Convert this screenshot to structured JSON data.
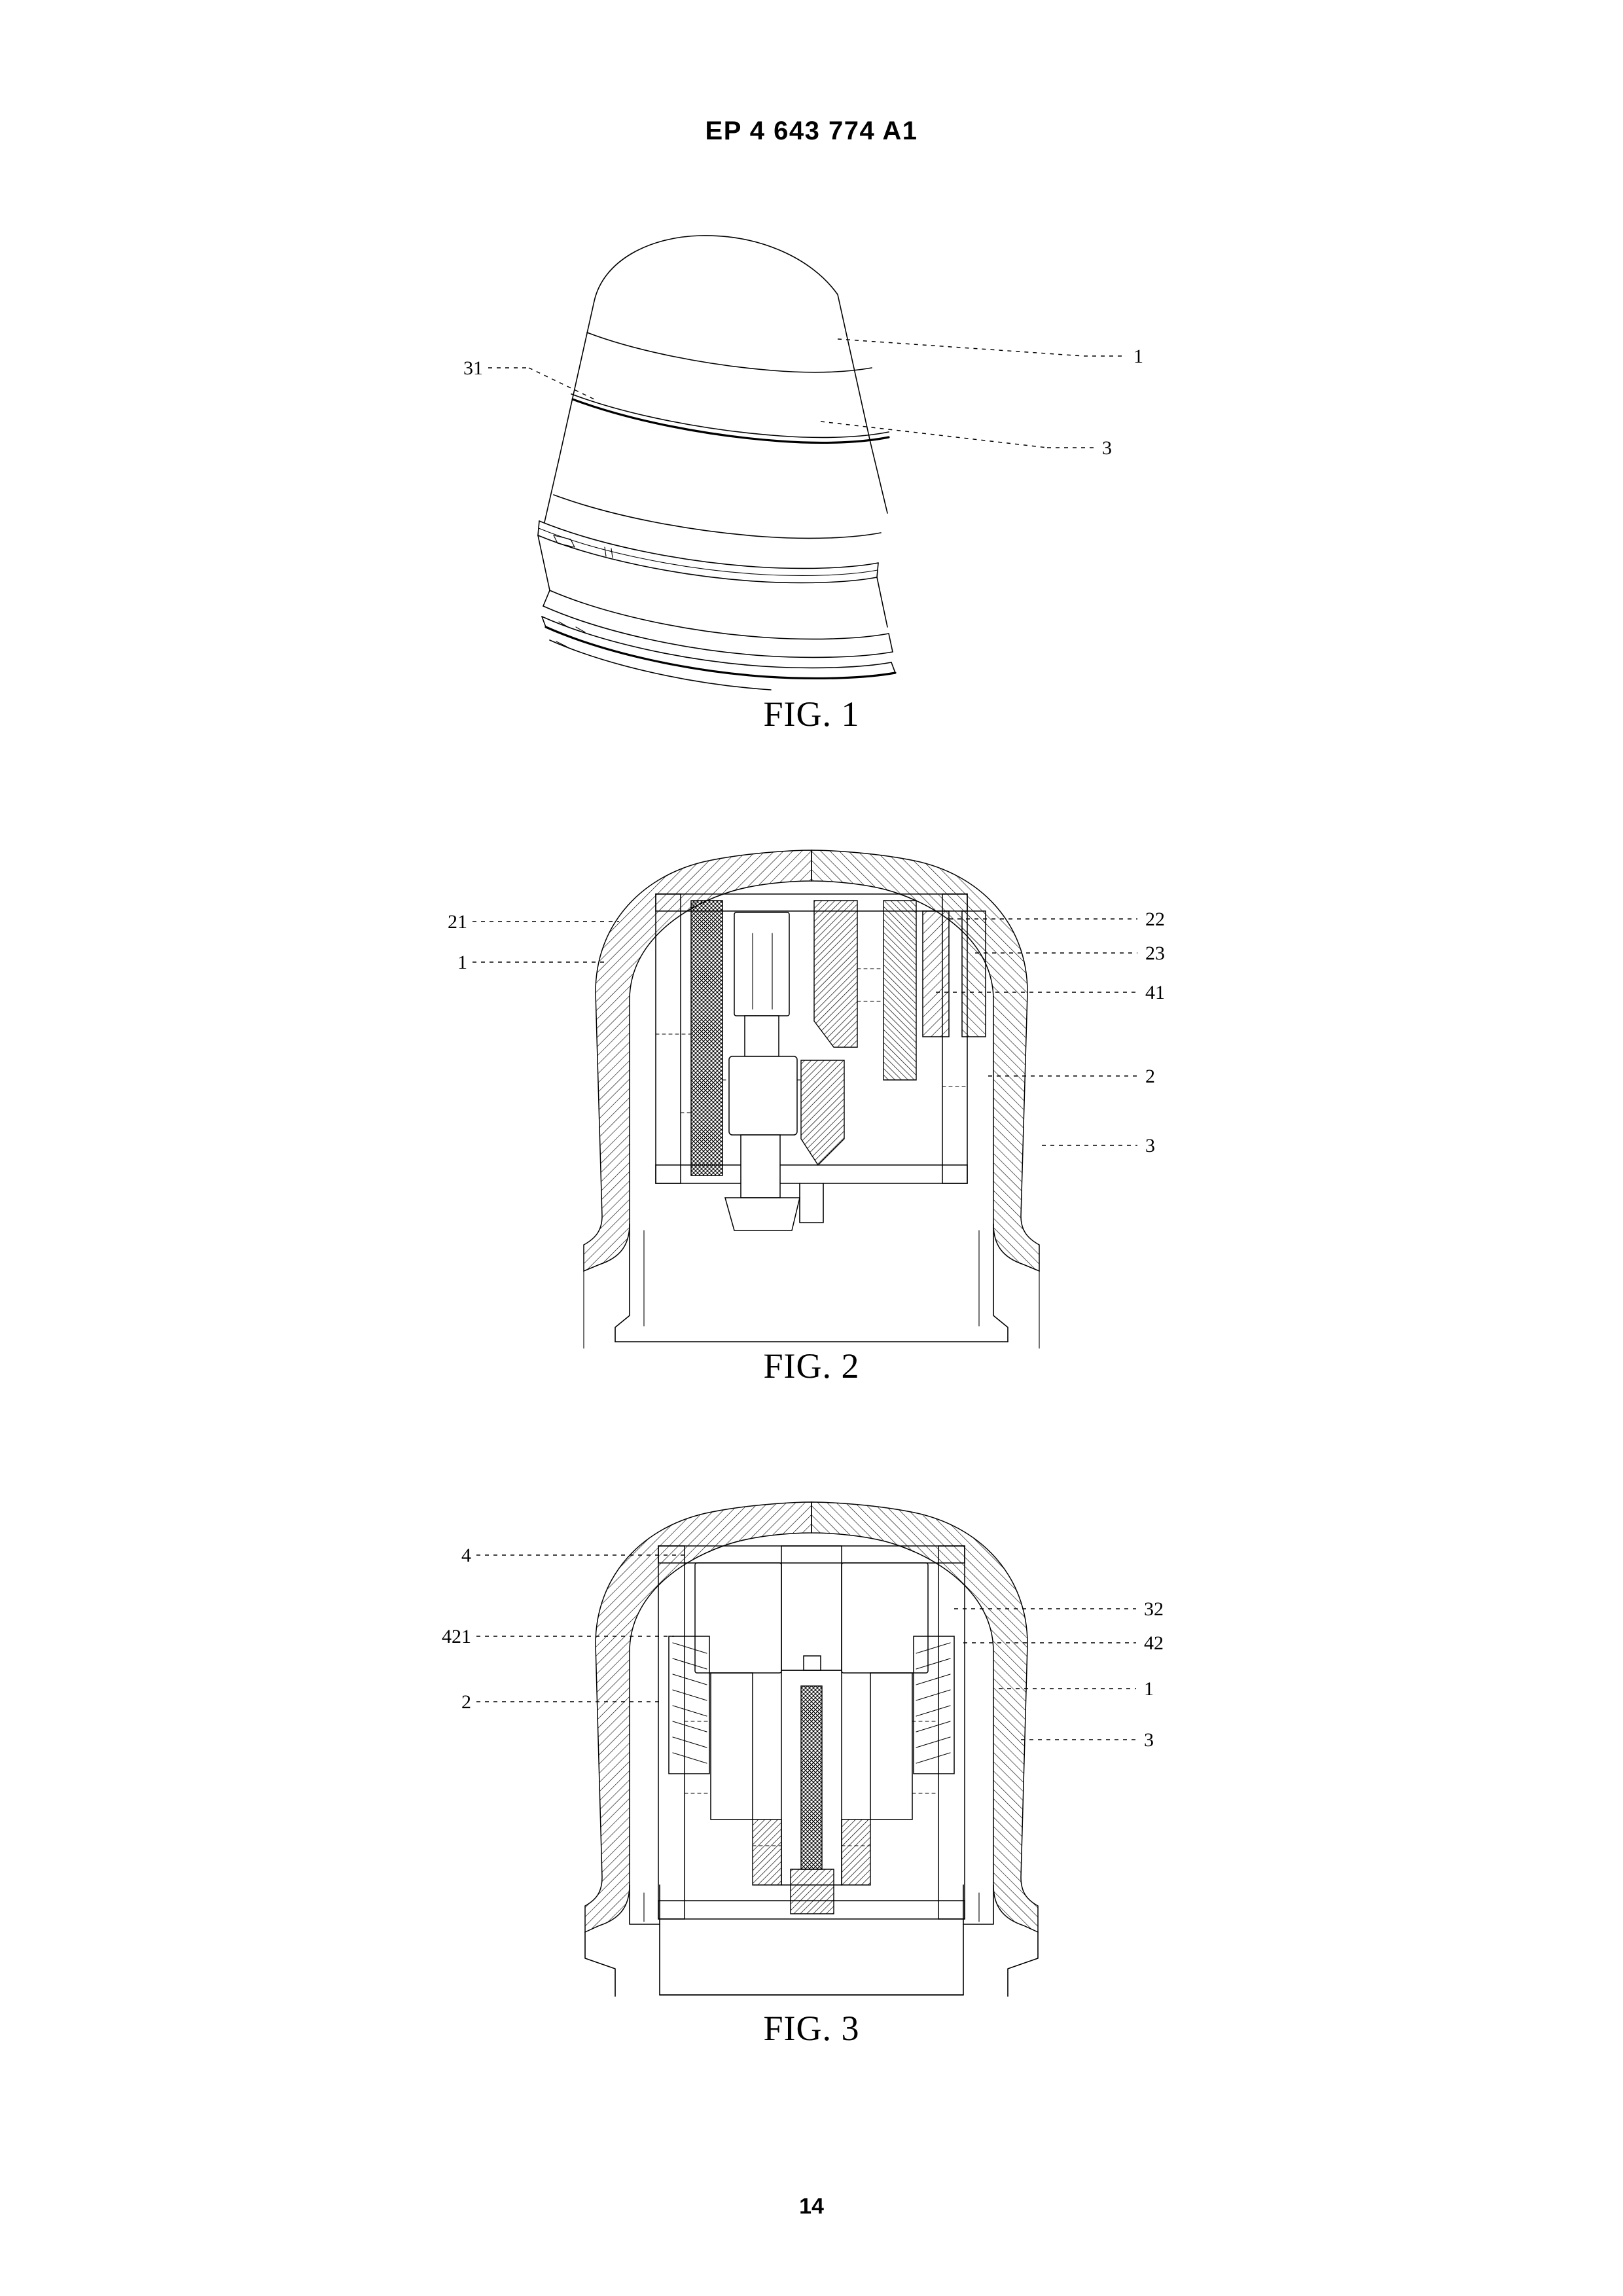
{
  "header": {
    "publication_number": "EP 4 643 774 A1"
  },
  "footer": {
    "page_number": "14"
  },
  "figures": [
    {
      "id": "fig-1",
      "caption": "FIG. 1",
      "view_type": "perspective exterior view",
      "reference_numerals": [
        {
          "label": "31",
          "side": "left"
        },
        {
          "label": "1",
          "side": "right"
        },
        {
          "label": "3",
          "side": "right"
        }
      ]
    },
    {
      "id": "fig-2",
      "caption": "FIG. 2",
      "view_type": "longitudinal cross-section",
      "reference_numerals": [
        {
          "label": "21",
          "side": "left"
        },
        {
          "label": "1",
          "side": "left"
        },
        {
          "label": "22",
          "side": "right"
        },
        {
          "label": "23",
          "side": "right"
        },
        {
          "label": "41",
          "side": "right"
        },
        {
          "label": "2",
          "side": "right"
        },
        {
          "label": "3",
          "side": "right"
        }
      ]
    },
    {
      "id": "fig-3",
      "caption": "FIG. 3",
      "view_type": "longitudinal cross-section",
      "reference_numerals": [
        {
          "label": "4",
          "side": "left"
        },
        {
          "label": "421",
          "side": "left"
        },
        {
          "label": "2",
          "side": "left"
        },
        {
          "label": "32",
          "side": "right"
        },
        {
          "label": "42",
          "side": "right"
        },
        {
          "label": "1",
          "side": "right"
        },
        {
          "label": "3",
          "side": "right"
        }
      ]
    }
  ],
  "colors": {
    "ink": "#000000",
    "paper": "#ffffff"
  }
}
